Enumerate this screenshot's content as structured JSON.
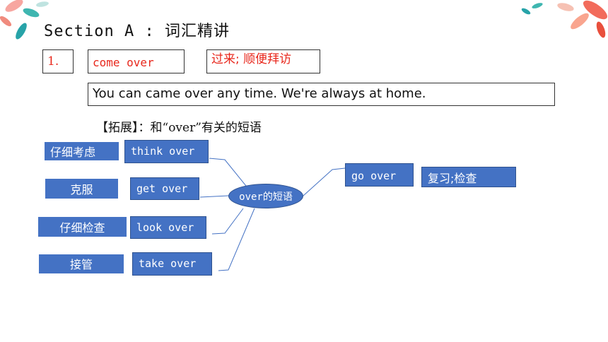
{
  "title": "Section A : 词汇精讲",
  "entry": {
    "number": "1.",
    "word": "come over",
    "meaning": "过来; 顺便拜访",
    "example": "You can came over any time. We're always at home."
  },
  "extension_label": "【拓展】：和“over”有关的短语",
  "mindmap": {
    "center": "over的短语",
    "left_items": [
      {
        "cn": "仔细考虑",
        "en": "think over"
      },
      {
        "cn": "克服",
        "en": "get over"
      },
      {
        "cn": "仔细检查",
        "en": "look over"
      },
      {
        "cn": "接管",
        "en": "take over"
      }
    ],
    "right_item": {
      "en": "go over",
      "cn": "复习;检查"
    }
  },
  "colors": {
    "accent_blue": "#4472c4",
    "red_text": "#e8281d",
    "connector": "#4472c4"
  }
}
